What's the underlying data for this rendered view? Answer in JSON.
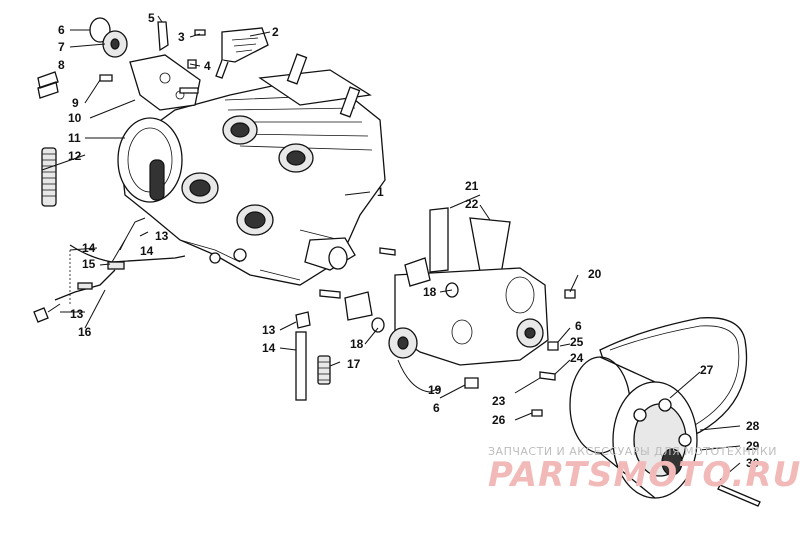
{
  "callouts": [
    "1",
    "2",
    "3",
    "4",
    "5",
    "6",
    "7",
    "8",
    "9",
    "10",
    "11",
    "12",
    "13",
    "14",
    "15",
    "16",
    "17",
    "18",
    "19",
    "20",
    "21",
    "22",
    "23",
    "24",
    "25",
    "26",
    "27",
    "28",
    "29",
    "30"
  ],
  "callouts_repeated": {
    "6_b": "6",
    "6_c": "6",
    "13_b": "13",
    "13_c": "13",
    "14_b": "14",
    "14_c": "14",
    "18_b": "18"
  },
  "watermark": {
    "caption": "ЗАПЧАСТИ И АКСЕССУАРЫ ДЛЯ МОТОТЕХНИКИ",
    "logo": "PARTSMOTO.RU"
  }
}
